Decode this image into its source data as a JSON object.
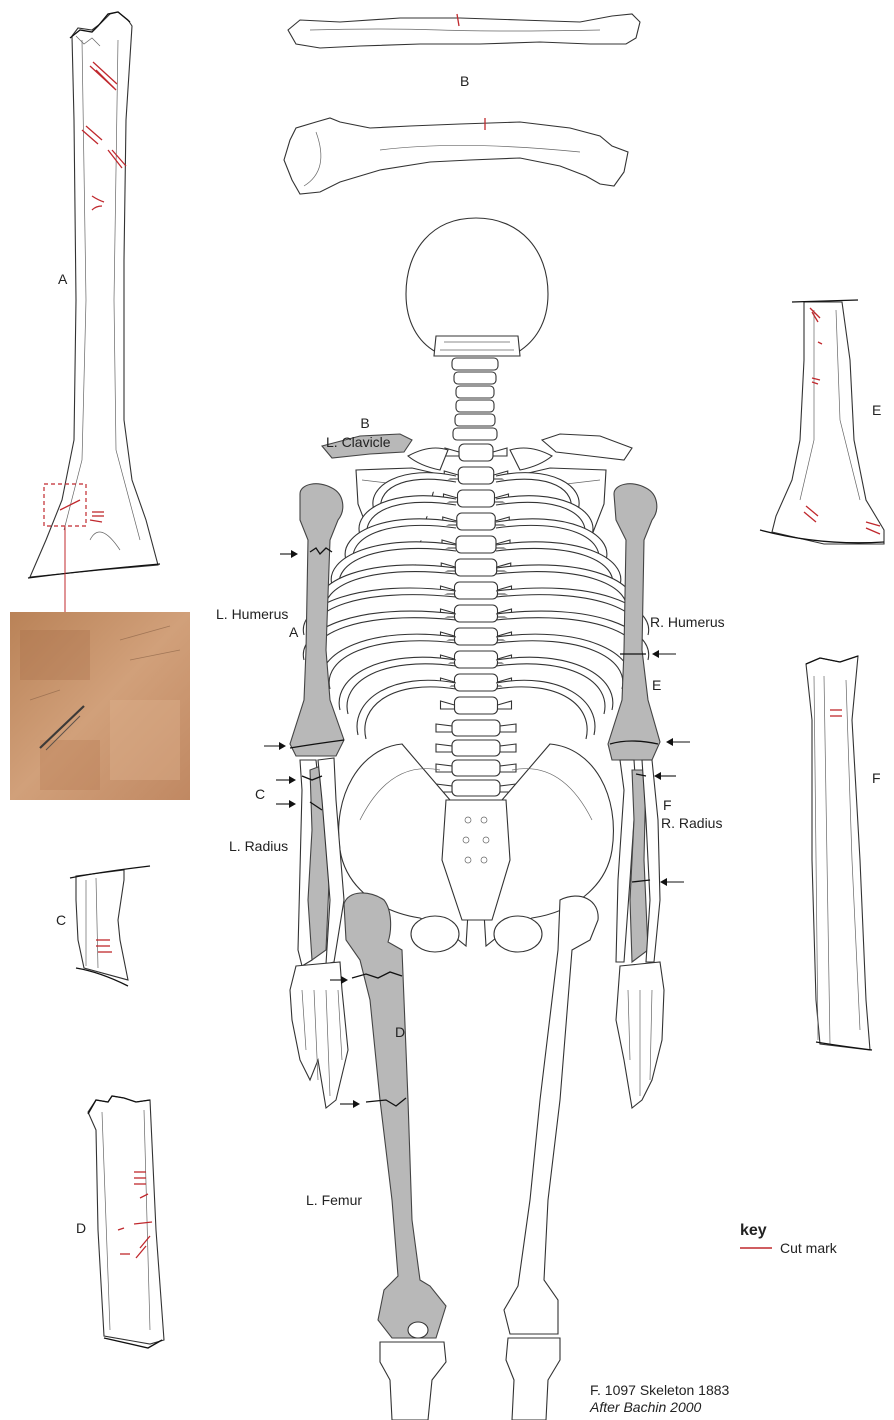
{
  "labels": {
    "panel_a": "A",
    "panel_b": "B",
    "panel_c": "C",
    "panel_d": "D",
    "panel_e": "E",
    "panel_f": "F",
    "clavicle_letter": "B",
    "clavicle_name": "L. Clavicle",
    "l_humerus": "L. Humerus",
    "l_humerus_letter": "A",
    "r_humerus": "R. Humerus",
    "r_humerus_letter": "E",
    "l_radius_letter": "C",
    "l_radius": "L. Radius",
    "r_radius_letter": "F",
    "r_radius": "R. Radius",
    "femur_letter": "D",
    "l_femur": "L. Femur"
  },
  "key": {
    "title": "key",
    "cut_mark": "Cut mark"
  },
  "caption": {
    "line1": "F. 1097 Skeleton 1883",
    "line2": "After Bachin 2000"
  },
  "colors": {
    "cut_mark": "#c0282d",
    "highlighted_bone": "#b8b8b8",
    "outline": "#333333",
    "photo_tone": "#c9956a"
  }
}
